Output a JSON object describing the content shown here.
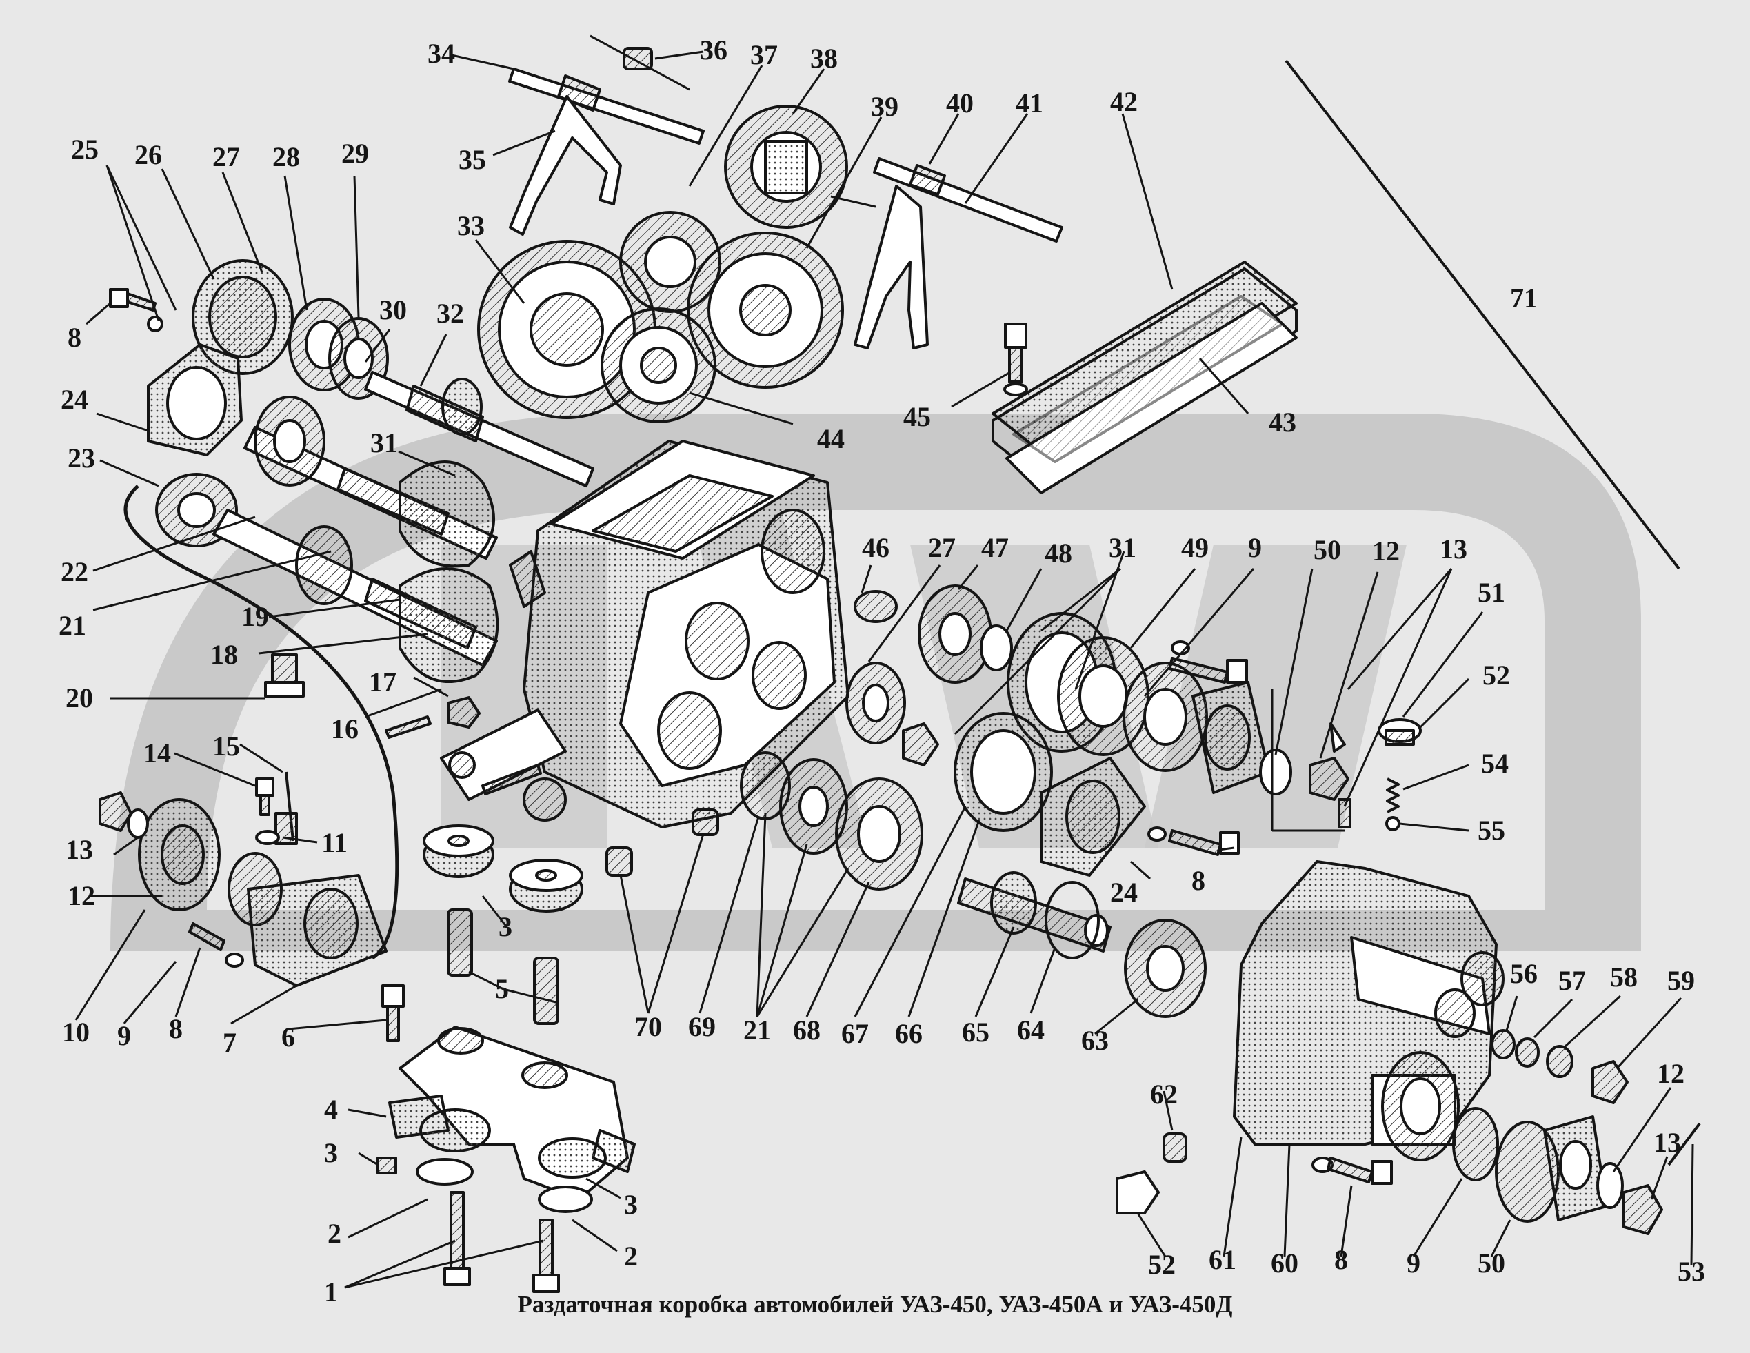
{
  "caption": "Раздаточная коробка автомобилей УАЗ-450, УАЗ-450А и УАЗ-450Д",
  "colors": {
    "background": "#e8e8e8",
    "watermark": "#c9c9c9",
    "ink": "#151515"
  },
  "callouts": [
    {
      "id": "c34a",
      "text": "34"
    },
    {
      "id": "c36",
      "text": "36"
    },
    {
      "id": "c37",
      "text": "37"
    },
    {
      "id": "c38",
      "text": "38"
    },
    {
      "id": "c39",
      "text": "39"
    },
    {
      "id": "c40",
      "text": "40"
    },
    {
      "id": "c41",
      "text": "41"
    },
    {
      "id": "c42",
      "text": "42"
    },
    {
      "id": "c71",
      "text": "71"
    },
    {
      "id": "c35",
      "text": "35"
    },
    {
      "id": "c25",
      "text": "25"
    },
    {
      "id": "c26",
      "text": "26"
    },
    {
      "id": "c27a",
      "text": "27"
    },
    {
      "id": "c28",
      "text": "28"
    },
    {
      "id": "c29",
      "text": "29"
    },
    {
      "id": "c33",
      "text": "33"
    },
    {
      "id": "c30",
      "text": "30"
    },
    {
      "id": "c32",
      "text": "32"
    },
    {
      "id": "c8a",
      "text": "8"
    },
    {
      "id": "c24a",
      "text": "24"
    },
    {
      "id": "c45",
      "text": "45"
    },
    {
      "id": "c43",
      "text": "43"
    },
    {
      "id": "c44",
      "text": "44"
    },
    {
      "id": "c23",
      "text": "23"
    },
    {
      "id": "c31a",
      "text": "31"
    },
    {
      "id": "c22",
      "text": "22"
    },
    {
      "id": "c46",
      "text": "46"
    },
    {
      "id": "c27b",
      "text": "27"
    },
    {
      "id": "c47",
      "text": "47"
    },
    {
      "id": "c48",
      "text": "48"
    },
    {
      "id": "c31b",
      "text": "31"
    },
    {
      "id": "c49",
      "text": "49"
    },
    {
      "id": "c9a",
      "text": "9"
    },
    {
      "id": "c50a",
      "text": "50"
    },
    {
      "id": "c12a",
      "text": "12"
    },
    {
      "id": "c13a",
      "text": "13"
    },
    {
      "id": "c21a",
      "text": "21"
    },
    {
      "id": "c19",
      "text": "19"
    },
    {
      "id": "c51",
      "text": "51"
    },
    {
      "id": "c18",
      "text": "18"
    },
    {
      "id": "c52a",
      "text": "52"
    },
    {
      "id": "c20",
      "text": "20"
    },
    {
      "id": "c17",
      "text": "17"
    },
    {
      "id": "c16",
      "text": "16"
    },
    {
      "id": "c54",
      "text": "54"
    },
    {
      "id": "c14",
      "text": "14"
    },
    {
      "id": "c15",
      "text": "15"
    },
    {
      "id": "c11",
      "text": "11"
    },
    {
      "id": "c55",
      "text": "55"
    },
    {
      "id": "c13b",
      "text": "13"
    },
    {
      "id": "c12b",
      "text": "12"
    },
    {
      "id": "c24b",
      "text": "24"
    },
    {
      "id": "c8b",
      "text": "8"
    },
    {
      "id": "c3a",
      "text": "3"
    },
    {
      "id": "c5",
      "text": "5"
    },
    {
      "id": "c10",
      "text": "10"
    },
    {
      "id": "c9b",
      "text": "9"
    },
    {
      "id": "c8c",
      "text": "8"
    },
    {
      "id": "c7",
      "text": "7"
    },
    {
      "id": "c6",
      "text": "6"
    },
    {
      "id": "c70",
      "text": "70"
    },
    {
      "id": "c69",
      "text": "69"
    },
    {
      "id": "c21b",
      "text": "21"
    },
    {
      "id": "c68",
      "text": "68"
    },
    {
      "id": "c67",
      "text": "67"
    },
    {
      "id": "c66",
      "text": "66"
    },
    {
      "id": "c65",
      "text": "65"
    },
    {
      "id": "c64",
      "text": "64"
    },
    {
      "id": "c63",
      "text": "63"
    },
    {
      "id": "c56",
      "text": "56"
    },
    {
      "id": "c57",
      "text": "57"
    },
    {
      "id": "c58",
      "text": "58"
    },
    {
      "id": "c59",
      "text": "59"
    },
    {
      "id": "c4",
      "text": "4"
    },
    {
      "id": "c62",
      "text": "62"
    },
    {
      "id": "c12c",
      "text": "12"
    },
    {
      "id": "c3b",
      "text": "3"
    },
    {
      "id": "c3c",
      "text": "3"
    },
    {
      "id": "c13c",
      "text": "13"
    },
    {
      "id": "c2a",
      "text": "2"
    },
    {
      "id": "c2b",
      "text": "2"
    },
    {
      "id": "c1",
      "text": "1"
    },
    {
      "id": "c52b",
      "text": "52"
    },
    {
      "id": "c61",
      "text": "61"
    },
    {
      "id": "c60",
      "text": "60"
    },
    {
      "id": "c8d",
      "text": "8"
    },
    {
      "id": "c9c",
      "text": "9"
    },
    {
      "id": "c50b",
      "text": "50"
    },
    {
      "id": "c53",
      "text": "53"
    }
  ]
}
